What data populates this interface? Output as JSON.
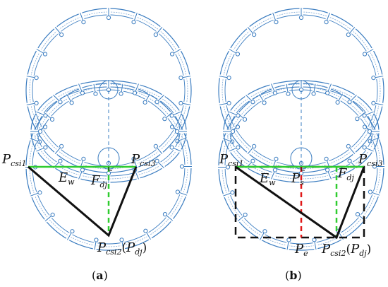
{
  "colors": {
    "blade": "#3a7cc0",
    "bladeLight": "#7fa9d6",
    "green": "#2fcc2f",
    "red": "#e01818",
    "black": "#111111"
  },
  "panels": [
    {
      "caption": {
        "open": "(",
        "letter": "a",
        "close": ")"
      },
      "labels": {
        "pcsi1": {
          "main": "P",
          "sub": "csi1"
        },
        "pcsi3": {
          "main": "P",
          "sub": "csi3"
        },
        "ew": {
          "main": "E",
          "sub": "w"
        },
        "fdj": {
          "main": "F",
          "sub": "dj"
        },
        "bottom": {
          "main": "P",
          "sub": "csi2",
          "open": "(",
          "main2": "P",
          "sub2": "dj",
          "close": ")"
        }
      }
    },
    {
      "caption": {
        "open": "(",
        "letter": "b",
        "close": ")"
      },
      "labels": {
        "pcsi1": {
          "main": "P",
          "sub": "csi1"
        },
        "pcsi3": {
          "main": "P",
          "sub": "csi3"
        },
        "ew": {
          "main": "E",
          "sub": "w"
        },
        "ps": {
          "main": "P",
          "sub": "s"
        },
        "fdj": {
          "main": "F",
          "sub": "dj"
        },
        "pe": {
          "main": "P",
          "sub": "e"
        },
        "bottom": {
          "main": "P",
          "sub": "csi2",
          "open": "(",
          "main2": "P",
          "sub2": "dj",
          "close": ")"
        }
      }
    }
  ]
}
